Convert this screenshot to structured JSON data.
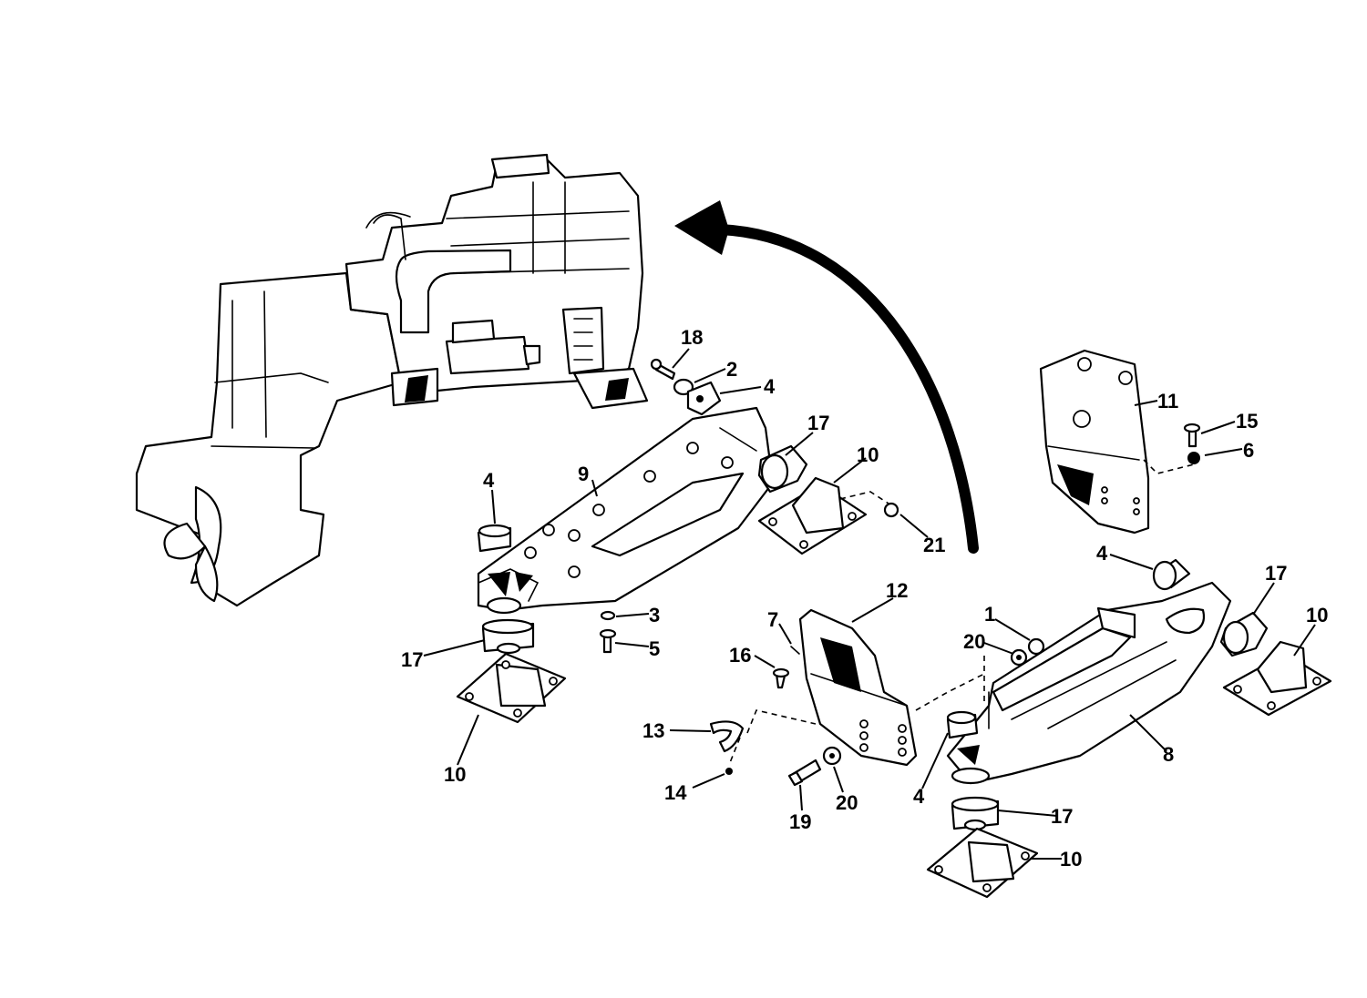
{
  "diagram": {
    "colors": {
      "ink": "#000000",
      "paper": "#ffffff"
    },
    "callouts": [
      {
        "id": "c1",
        "label": "1"
      },
      {
        "id": "c2",
        "label": "2"
      },
      {
        "id": "c3",
        "label": "3"
      },
      {
        "id": "c4a",
        "label": "4"
      },
      {
        "id": "c4b",
        "label": "4"
      },
      {
        "id": "c4c",
        "label": "4"
      },
      {
        "id": "c4d",
        "label": "4"
      },
      {
        "id": "c5",
        "label": "5"
      },
      {
        "id": "c6",
        "label": "6"
      },
      {
        "id": "c7",
        "label": "7"
      },
      {
        "id": "c8",
        "label": "8"
      },
      {
        "id": "c9",
        "label": "9"
      },
      {
        "id": "c10a",
        "label": "10"
      },
      {
        "id": "c10b",
        "label": "10"
      },
      {
        "id": "c10c",
        "label": "10"
      },
      {
        "id": "c10d",
        "label": "10"
      },
      {
        "id": "c11",
        "label": "11"
      },
      {
        "id": "c12",
        "label": "12"
      },
      {
        "id": "c13",
        "label": "13"
      },
      {
        "id": "c14",
        "label": "14"
      },
      {
        "id": "c15",
        "label": "15"
      },
      {
        "id": "c16",
        "label": "16"
      },
      {
        "id": "c17a",
        "label": "17"
      },
      {
        "id": "c17b",
        "label": "17"
      },
      {
        "id": "c17c",
        "label": "17"
      },
      {
        "id": "c17d",
        "label": "17"
      },
      {
        "id": "c18",
        "label": "18"
      },
      {
        "id": "c19",
        "label": "19"
      },
      {
        "id": "c20a",
        "label": "20"
      },
      {
        "id": "c20b",
        "label": "20"
      },
      {
        "id": "c21",
        "label": "21"
      }
    ]
  }
}
